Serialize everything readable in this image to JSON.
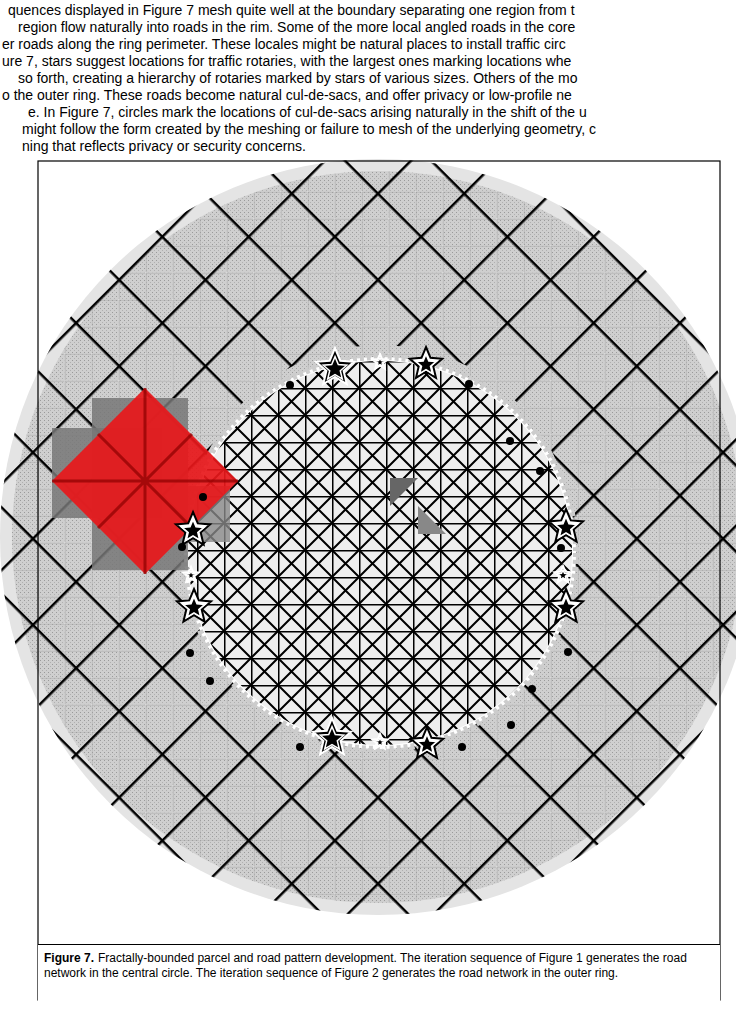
{
  "diagram": {
    "caption": "Fractally-bounded parcel and road pattern development. The iteration sequence of Figure 1 generates the road network in the central circle. The iteration sequence of Figure 2 generates the road network in the outer ring.",
    "labels": [
      "quences displayed in Figure 7 mesh quite well at the boundary separating one region from t",
      "region flow naturally into roads in the rim. Some of the more local angled roads in the core",
      "er roads along the ring perimeter. These locales might be natural places to install traffic circ",
      "ure 7, stars suggest locations for traffic rotaries, with the largest ones marking locations whe",
      "so forth, creating a hierarchy of rotaries marked by stars of various sizes. Others of the mo",
      "o the outer ring. These roads become natural cul-de-sacs, and offer privacy or low-profile ne",
      "e. In Figure 7, circles mark the locations of cul-de-sacs arising naturally in the shift of the u",
      "might follow the form created by the meshing or failure to mesh of the underlying geometry, c",
      "ning that reflects privacy or security concerns.",
      "Figure 7."
    ]
  }
}
